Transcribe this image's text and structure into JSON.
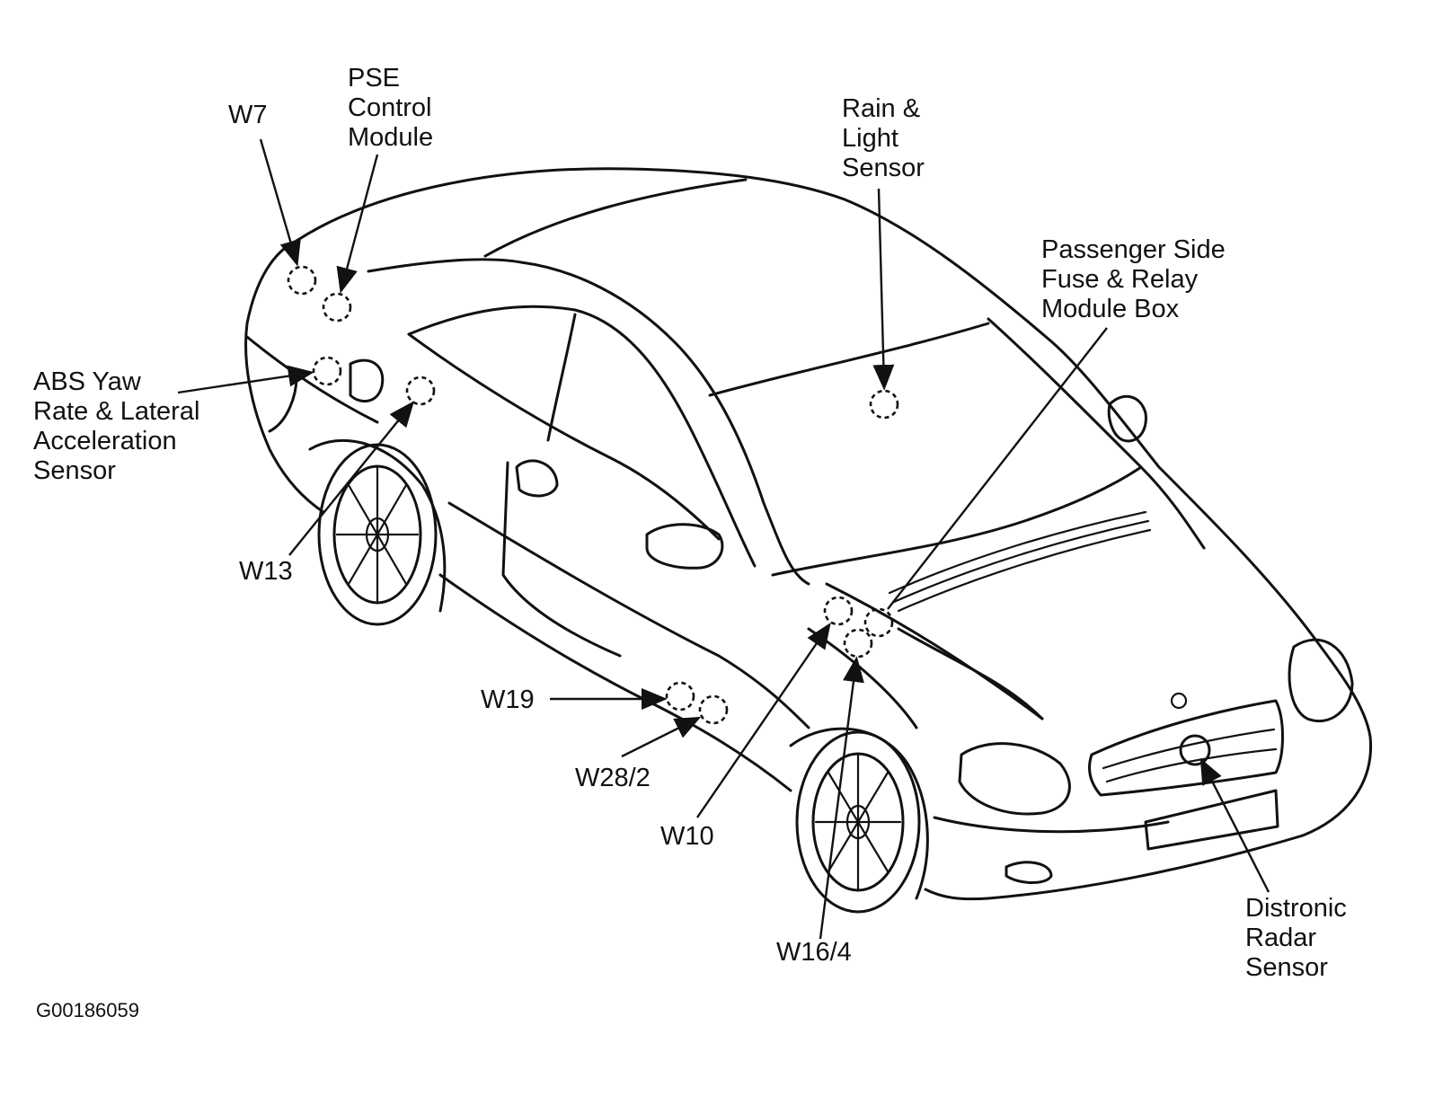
{
  "diagram": {
    "figure_id": "G00186059",
    "labels": {
      "w7": "W7",
      "pse_control_module": "PSE\nControl\nModule",
      "rain_light_sensor": "Rain &\nLight\nSensor",
      "passenger_side_fuse_relay_module_box": "Passenger Side\nFuse & Relay\nModule Box",
      "abs_yaw_rate_lateral_acceleration_sensor": "ABS Yaw\nRate & Lateral\nAcceleration\nSensor",
      "w13": "W13",
      "w19": "W19",
      "w28_2": "W28/2",
      "w10": "W10",
      "w16_4": "W16/4",
      "distronic_radar_sensor": "Distronic\nRadar\nSensor"
    }
  }
}
